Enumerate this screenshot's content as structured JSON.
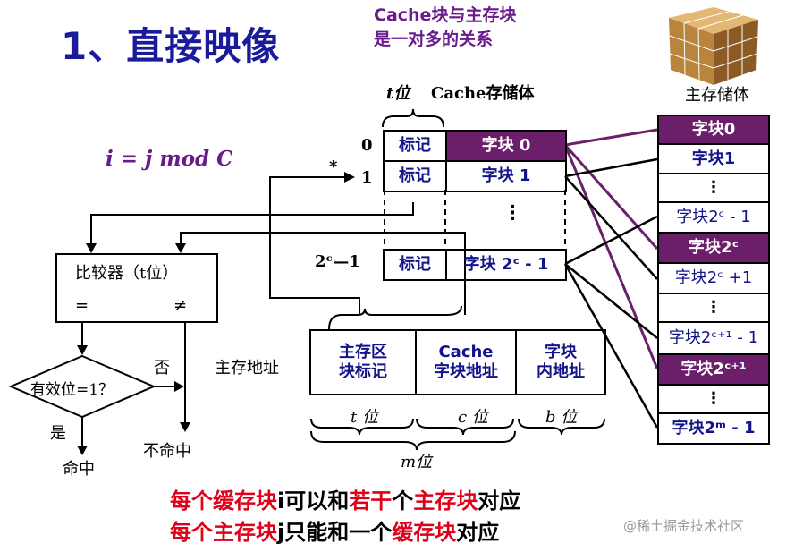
{
  "title": "1、直接映像",
  "subtitle": [
    "Cache块与主存块",
    "是一对多的关系"
  ],
  "cache": {
    "header_t": "t位",
    "header_label": "Cache存储体",
    "rows": [
      {
        "index": "0",
        "tag": "标记",
        "block": "字块 0",
        "highlight": true
      },
      {
        "index": "1",
        "tag": "标记",
        "block": "字块 1",
        "highlight": false
      },
      {
        "index": "",
        "tag": "",
        "block": "⋮",
        "highlight": false
      },
      {
        "index": "2ᶜ—1",
        "tag": "标记",
        "block": "字块 2ᶜ - 1",
        "highlight": false
      }
    ],
    "star": "*"
  },
  "main_memory": {
    "header": "主存储体",
    "blocks": [
      {
        "label": "字块0",
        "highlight": true
      },
      {
        "label": "字块1",
        "highlight": false
      },
      {
        "label": "⋮",
        "highlight": false
      },
      {
        "label": "字块2ᶜ - 1",
        "highlight": false
      },
      {
        "label": "字块2ᶜ",
        "highlight": true
      },
      {
        "label": "字块2ᶜ +1",
        "highlight": false
      },
      {
        "label": "⋮",
        "highlight": false
      },
      {
        "label": "字块2ᶜ⁺¹ - 1",
        "highlight": false
      },
      {
        "label": "字块2ᶜ⁺¹",
        "highlight": true
      },
      {
        "label": "⋮",
        "highlight": false
      },
      {
        "label": "字块2ᵐ - 1",
        "highlight": false
      }
    ]
  },
  "formula": "i = j mod C",
  "comparator": {
    "label": "比较器（t位）",
    "eq": "=",
    "neq": "≠"
  },
  "valid": {
    "label": "有效位=1？",
    "no": "否",
    "yes": "是",
    "hit": "命中",
    "miss": "不命中"
  },
  "address": {
    "label": "主存地址",
    "fields": [
      {
        "label": "主存区\n块标记",
        "bits": "t 位"
      },
      {
        "label": "Cache\n字块地址",
        "bits": "c 位"
      },
      {
        "label": "字块\n内地址",
        "bits": "b 位"
      }
    ],
    "total": "m位"
  },
  "bottom": [
    [
      "每个缓存块",
      "i",
      "可以和",
      "若干",
      "个",
      "主存块",
      "对应"
    ],
    [
      "每个主存块",
      "j",
      "只能和一个",
      "缓存块",
      "对应"
    ]
  ],
  "watermark": "@稀土掘金技术社区",
  "colors": {
    "purple": "#6b1f6b",
    "title": "#1a1a9a",
    "red": "#e0001a",
    "blue_text": "#13138a"
  }
}
